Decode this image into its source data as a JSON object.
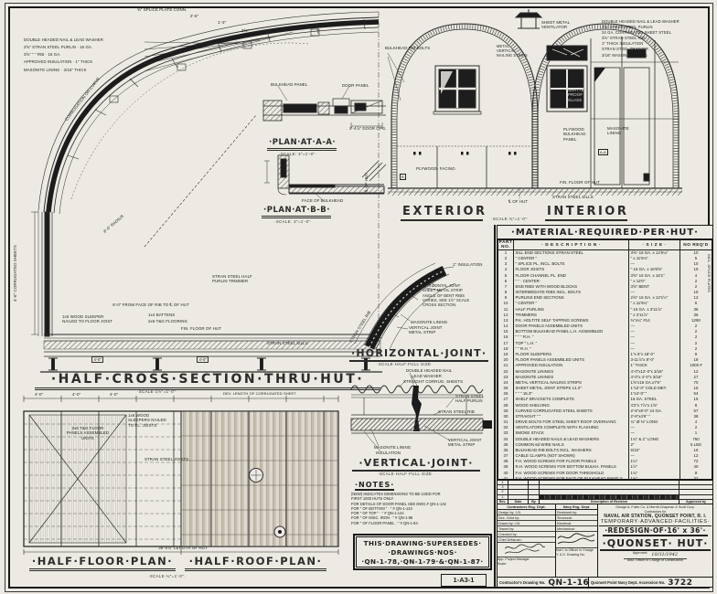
{
  "sheet": {
    "sheet_ref": "1-A3-1",
    "top_note": "⅜\" SPLICE PLATE CONN.",
    "section_marker_b": "B",
    "section_marker_a": "A-A"
  },
  "cross_section": {
    "title": "·HALF·CROSS·SECTION·THRU·HUT·",
    "scale": "·SCALE·1½\"=1'-0\"·",
    "callouts_top": [
      "DOUBLE HEADED NAIL & LEAD WASHER",
      "2⅝\" STRAN STEEL PURLIN · 16 GA.",
      "3⅝\"   \"   \"   RIB · 16 GA.",
      "APPROVED INSULATION · 1\" THICK",
      "MASONITE LINING · 3/16\" THICK"
    ],
    "corrugation_label": "CORRUGATION ON CURVE",
    "radius_label": "8'-0\" RADIUS",
    "trimmer_label": "STRAN STEEL HALF PURLIN TRIMMER",
    "centerline_label": "℄ OF HUT",
    "floor_dim": "8'-0\" FROM FACE OF RIB TO ℄ OF HUT",
    "battens_label": "1x4 BATTENS",
    "flooring_label": "2x6 T&G FLOORING",
    "fin_floor_label": "FIN. FLOOR OF HUT",
    "sleeper_label": "1x6 WOOD SLEEPER NAILED TO FLOOR JOIST",
    "sills_label": "STRAN STEEL SILLS",
    "side_label": "4'-6\" CORRUGATED SHEETS",
    "dim_a": "4'-0\"",
    "dim_b": "4'-0\"",
    "top_dim_1": "2'-6\"",
    "top_dim_2": "1'-3\"",
    "top_dim_3": "3⅝\""
  },
  "plan_aa": {
    "title": "·PLAN·AT·A-A·",
    "scale": "·SCALE: 3\"=1'-0\"·",
    "bulkhead_label": "BULKHEAD PANEL",
    "door_label": "DOOR PANEL",
    "opening_dim": "2'-4⅞\" DOOR OPG."
  },
  "plan_bb": {
    "title": "·PLAN·AT·B-B·",
    "scale": "·SCALE: 3\"=1'-0\"·",
    "face_label": "FACE OF BULKHEAD"
  },
  "elevation": {
    "exterior_title": "EXTERIOR",
    "interior_title": "INTERIOR",
    "scale": "·SCALE·¾\"=1'-0\"·",
    "ventilator_label": "SHEET METAL VENTILATOR",
    "rib_bolts_label": "BULKHEAD RIB BOLTS",
    "nailing_label": "METAL VERTICAL NAILING STRIPS",
    "plywood_facing_label": "PLYWOOD· FACING·",
    "glass_label": "SHATTER PROOF GLASS",
    "bulkhead_panel_label": "PLYWOOD BULKHEAD PANEL",
    "masonite_label": "MASONITE LINING",
    "fin_floor_label": "FIN. FLOOR OF HUT",
    "sills_label": "STRAN STEEL SILLS",
    "centerline_label": "℄ OF HUT",
    "right_callouts": [
      "DOUBLE HEADED NAIL & LEAD WASHER",
      "2⅝\" STRAN STEEL PURLIN",
      "24 GA. CORRUGATED SHEET STEEL",
      "3⅝\" STRAN STEEL RIB",
      "1\" THICK INSULATION",
      "STRAN STEEL TRIMMER",
      "3/16\" MASONITE LINING"
    ]
  },
  "horizontal_joint": {
    "title": "·HORIZONTAL·JOINT·",
    "scale": "·SCALE·HALF·FULL·SIZE·",
    "insulation_label": "1\" INSULATION",
    "note": [
      "HORIZONTAL JOINT",
      "SHEET METAL STRIP.",
      "ANGLE OF BENT RIBS",
      "VARIES, SEE 1½\" SCALE",
      "CROSS SECTION."
    ],
    "masonite_label": "MASONITE LINING",
    "vjoint_label": "VERTICAL JOINT METAL STRIP",
    "rib_label": "STRAN STEEL RIB"
  },
  "vertical_joint": {
    "title": "·VERTICAL·JOINT·",
    "scale": "·SCALE·HALF·FULL·SIZE·",
    "nail_label": "DOUBLE HEADED NAIL",
    "washer_label": "LEAD WASHER",
    "sheets_label": "STRAIGHT CORRUG. SHEETS",
    "half_purlin_label": "STRAN STEEL HALF PURLIN",
    "rib_label": "STRAN STEEL RIB",
    "strip_label": "VERTICAL JOINT METAL STRIP",
    "masonite_label": "MASONITE LINING",
    "insulation_label": "INSULATION"
  },
  "floor_roof": {
    "title_left": "·HALF·FLOOR·PLAN·",
    "title_right": "·HALF·ROOF·PLAN·",
    "scale": "·SCALE·¼\"=1'-0\"·",
    "dim_spacing": "4'-0\"",
    "dev_length_label": "DEV. LENGTH OF CORRUGATED SHEET",
    "floor_panel_label": "2x6 T&G FLOOR PANELS ASSEMBLED UNITS",
    "sleepers_label": "1x6 WOOD SLEEPERS NAILED TO FL. JOISTS",
    "joists_label": "STRAN STEEL JOISTS",
    "length_dim": "36'-0⅞\" LENGTH OF HUT"
  },
  "notes": {
    "title": "·NOTES·",
    "lines": [
      "(NEW) INDICATES DIMENSIONS TO BE USED FOR",
      "FIRST 1000 HUTS ONLY.",
      "FOR DETAILS OF DOOR PANEL SEE DWG.# QN-1-142",
      "FOR   \"   OF BOTTOM   \"   ·   \"   # QN-1-143",
      "FOR   \"   OF TOP   \"   ·   \"   # QN-1-144",
      "FOR   \"   OF MISC. IRON   ·   \"   # QN-1-85",
      "FOR   \"   OF FLOOR PANEL   ·   \"   # QN-1-84"
    ]
  },
  "supersedes": {
    "line1": "THIS·DRAWING·SUPERSEDES·",
    "line2": "·DRAWINGS·NOS·",
    "line3": "·QN-1-78,·QN-1-79·&·QN-1-87·"
  },
  "table": {
    "title": "·MATERIAL·REQUIRED·PER·HUT·",
    "headers": [
      "PART NO.",
      "· D E S C R I P T I O N ·",
      "· S I Z E ·",
      "NO REQ'D"
    ],
    "side_note": "INCL. SPLICE PLATES",
    "rows": [
      [
        "1",
        "SILL END SECTIONS      STRAN-STEEL",
        "3⅝\"·16 GA. x 12'6⅛\"",
        "10"
      ],
      [
        "2",
        "\"    CENTER    \"",
        "\"  x 11'6⅛\"",
        "5"
      ],
      [
        "3",
        "\"    SPLICE PL. INCL. BOLTS",
        "—",
        "10"
      ],
      [
        "4",
        "FLOOR JOISTS",
        "\"·16 GA. x 16'6⅝\"",
        "19"
      ],
      [
        "5",
        "FLOOR CHANNEL PL. END",
        "3⅝\"·16 GA. x 16'1\"",
        "4"
      ],
      [
        "6",
        "\"    \"    · CENTER ·",
        "\"  x 12'0\"",
        "2"
      ],
      [
        "7",
        "END RIBS WITH WOOD BLOCKS",
        "3⅝\"  BENT",
        "2"
      ],
      [
        "8",
        "INTERMEDIATE RIBS INCL. BOLTS",
        "—",
        "15"
      ],
      [
        "9",
        "PURLINS  END SECTIONS",
        "2⅝\"·16 GA. x 12'1½\"",
        "12"
      ],
      [
        "10",
        "\"    CENTER    \"",
        "\"  x 11'6¼\"",
        "6"
      ],
      [
        "11",
        "HALF PURLINS",
        "\"·16 GA. x 3'11⅞\"",
        "36"
      ],
      [
        "12",
        "TRIMMERS",
        "\"  x 3'11⅞\"",
        "36"
      ],
      [
        "13",
        "P.K. HOLTITE SELF TAPPING SCREWS",
        "⅜\"x¼\" #14",
        "1290"
      ],
      [
        "14",
        "DOOR PANELS ASSEMBLED UNITS",
        "—",
        "2"
      ],
      [
        "15",
        "BOTTOM BULKHEAD PANEL L.H. ASSEMBLED",
        "—",
        "2"
      ],
      [
        "16",
        "\"    \"    \"    R.H.    \"",
        "—",
        "2"
      ],
      [
        "17",
        "TOP    \"    L.H.    \"",
        "—",
        "2"
      ],
      [
        "18",
        "\"    \"    R.H.    \"",
        "—",
        "2"
      ],
      [
        "19",
        "FLOOR SLEEPERS",
        "1\"x 6\"x 18'-0\"",
        "9"
      ],
      [
        "20",
        "FLOOR PANELS ASSEMBLED UNITS",
        "3-11⅞\"x 8'-0\"",
        "18"
      ],
      [
        "21",
        "APPROVED INSULATION",
        "1\" THICK",
        "1000 #"
      ],
      [
        "22",
        "MASONITE LININGS",
        "4'-0\"x12'-0\"x 3/16\"",
        "12"
      ],
      [
        "23",
        "MASONITE LININGS",
        "4'-0\"x 4'-0\"x 3/16\"",
        "27"
      ],
      [
        "24",
        "METAL VERTICAL NAILING STRIPS",
        "1⅝\"x16 GA.x7'6\"",
        "70"
      ],
      [
        "25",
        "SHEET METAL JOINT STRIPS   14.3\"·",
        "1\"x2'-0\" COLD MET.",
        "16"
      ],
      [
        "26",
        "\"    \"    \"    15.3\"·",
        "1\"x4'-0\"    \"",
        "54"
      ],
      [
        "27",
        "SHELF BRACKETS COMPLETE",
        "16 GA. STEEL",
        "16"
      ],
      [
        "28",
        "WOOD SHELVING",
        "4'2\"x 7⅞\"x 1⅝\"",
        "8"
      ],
      [
        "29",
        "CURVED CORRUGATED STEEL SHEETS",
        "2'-6\"x8'-0\" 24 GA.",
        "57"
      ],
      [
        "30",
        "STRAIGHT    \"    \"",
        "2'-6\"x4'6\"    \"",
        "38"
      ],
      [
        "31",
        "DRIVE BOLTS FOR STEEL SHEET ROOF OVERHANG",
        "¼\" Ø ⅜\" LONG",
        "4"
      ],
      [
        "32",
        "VENTILATORS COMPLETE WITH FLASHING",
        "—",
        "2"
      ],
      [
        "33",
        "SMOKE STACK",
        "—",
        "1"
      ],
      [
        "34",
        "DOUBLE HEADED NAILS & LEAD WASHERS",
        "1¾\" & 2\" LONG",
        "760"
      ],
      [
        "35",
        "COMMON 6d WIRE NAILS",
        "2\"",
        "5 LBS"
      ],
      [
        "36",
        "BULKHEAD RIB BOLTS INCL. WASHERS",
        "5/16\"",
        "16"
      ],
      [
        "37",
        "CABLE CLAMPS   (NOT SHOWN)",
        "—",
        "12"
      ],
      [
        "38",
        "F.H. WOOD SCREWS FOR FLOOR PANELS",
        "1¼\"",
        "72"
      ],
      [
        "39",
        "R.H. WOOD SCREWS FOR BOTTOM BULKH. PANELS",
        "1½\"",
        "40"
      ],
      [
        "40",
        "F.H. WOOD SCREWS FOR DOOR THRESHOLD",
        "1¾\"",
        "8"
      ],
      [
        "41",
        "F.H. WOOD SCREWS FOR FACE OF BULKHEAD PANELS",
        "1¾\"",
        "32"
      ]
    ]
  },
  "title_block": {
    "revisions": {
      "row_numbers": [
        "4",
        "3",
        "2",
        "1"
      ],
      "headers": [
        "Rev. No.",
        "Date",
        "By",
        "Description of Revision",
        "Approved by"
      ]
    },
    "contractors_dept": {
      "heading": "Contractors Eng. Dept.",
      "fields": [
        "Design by: J.B.",
        "Des. Chkd by:",
        "Drawn by: J.B.",
        "Traced by:",
        "Checked by:",
        "Chief Drftsman:"
      ],
      "approval": "App. Project Manager",
      "scale_label": "Scale:"
    },
    "navy_dept": {
      "heading": "Navy Eng. Dept.",
      "fields": [
        "Reviewed by:",
        "Structural:",
        "Electrical:",
        "Mechanical:"
      ],
      "marl": "Mar'l. to Officer in Charge",
      "yd": "Y. & D. Drawing No."
    },
    "firm_line1": "George A. Fuller Co. & Merritt-Chapman & Scott Corp.",
    "firm_line2": "Contractors for",
    "station": "NAVAL AIR STATION, QUONSET POINT, R. I.",
    "project": "TEMPORARY·ADVANCED·FACILITIES·",
    "title_line1": "·REDESIGN·OF·16' x 36'·",
    "title_line2": "·QUONSET· HUT·",
    "approved_label": "Approved:",
    "approved_date": "10/31/1942",
    "approved_title": "Asst. Officer in Charge of Construction",
    "drawing_no_label": "Contractor's Drawing No.",
    "drawing_no": "QN-1-163",
    "accession_label": "Quonset Point Navy Dept. Accession No.",
    "accession_no": "3722"
  }
}
